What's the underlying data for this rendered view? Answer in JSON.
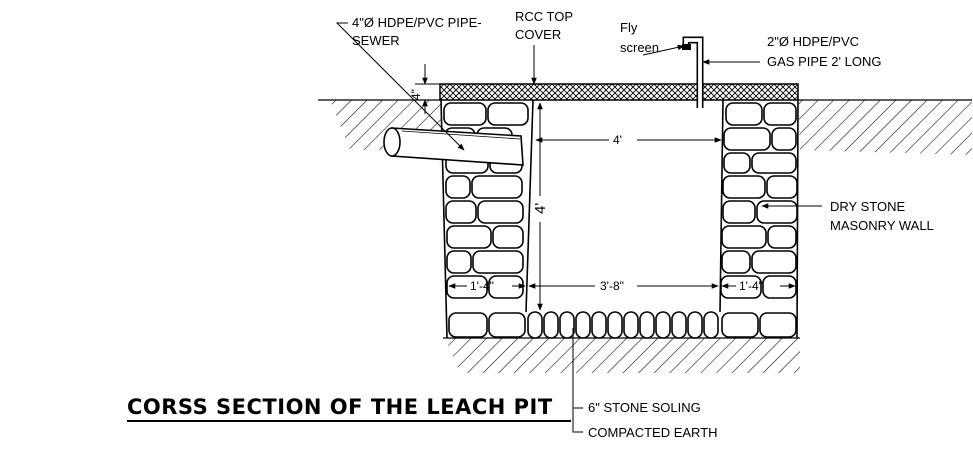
{
  "title": "CORSS SECTION OF THE LEACH PIT",
  "labels": {
    "pipe_sewer_1": "4\"Ø HDPE/PVC PIPE-",
    "pipe_sewer_2": "SEWER",
    "rcc_1": "RCC TOP",
    "rcc_2": "COVER",
    "fly_1": "Fly",
    "fly_2": "screen",
    "gas_1": "2\"Ø HDPE/PVC",
    "gas_2": "GAS PIPE 2' LONG",
    "wall_1": "DRY STONE",
    "wall_2": "MASONRY WALL",
    "soling": "6\" STONE SOLING",
    "earth": "COMPACTED EARTH"
  },
  "dimensions": {
    "cover_thickness": "4\"",
    "top_width": "4'",
    "depth": "4'",
    "bottom_width": "3'-8\"",
    "left_wall": "1'-4\"",
    "right_wall": "1'-4\""
  }
}
